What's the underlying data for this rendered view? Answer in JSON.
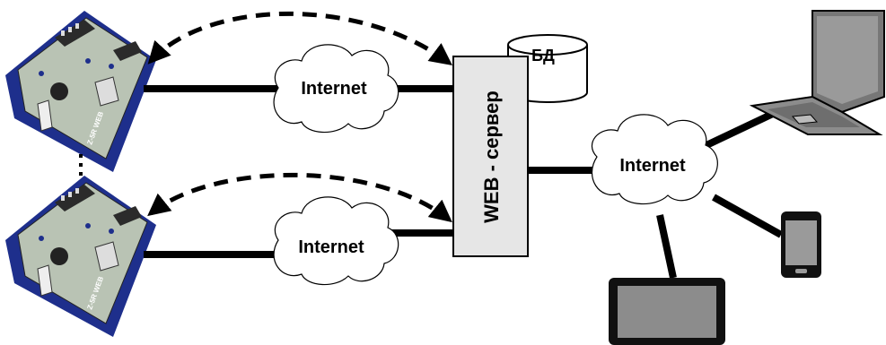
{
  "clouds": [
    {
      "id": "cloud-top",
      "label": "Internet"
    },
    {
      "id": "cloud-bottom",
      "label": "Internet"
    },
    {
      "id": "cloud-right",
      "label": "Internet"
    }
  ],
  "server": {
    "label": "WEB - сервер"
  },
  "database": {
    "label": "БД"
  },
  "controllers": [
    {
      "id": "controller-top",
      "model_text": "Z-5R WEB"
    },
    {
      "id": "controller-bottom",
      "model_text": "Z-5R WEB"
    }
  ],
  "colors": {
    "line": "#000000",
    "cloud_fill": "#ffffff",
    "server_fill": "#e6e6e6",
    "board_green": "#b9c3b4",
    "board_blue": "#1e2f8c",
    "device_grey": "#8c8c8c"
  },
  "icons": [
    "cloud-icon",
    "database-icon",
    "server-icon",
    "controller-board-icon",
    "laptop-icon",
    "smartphone-icon",
    "monitor-icon"
  ]
}
